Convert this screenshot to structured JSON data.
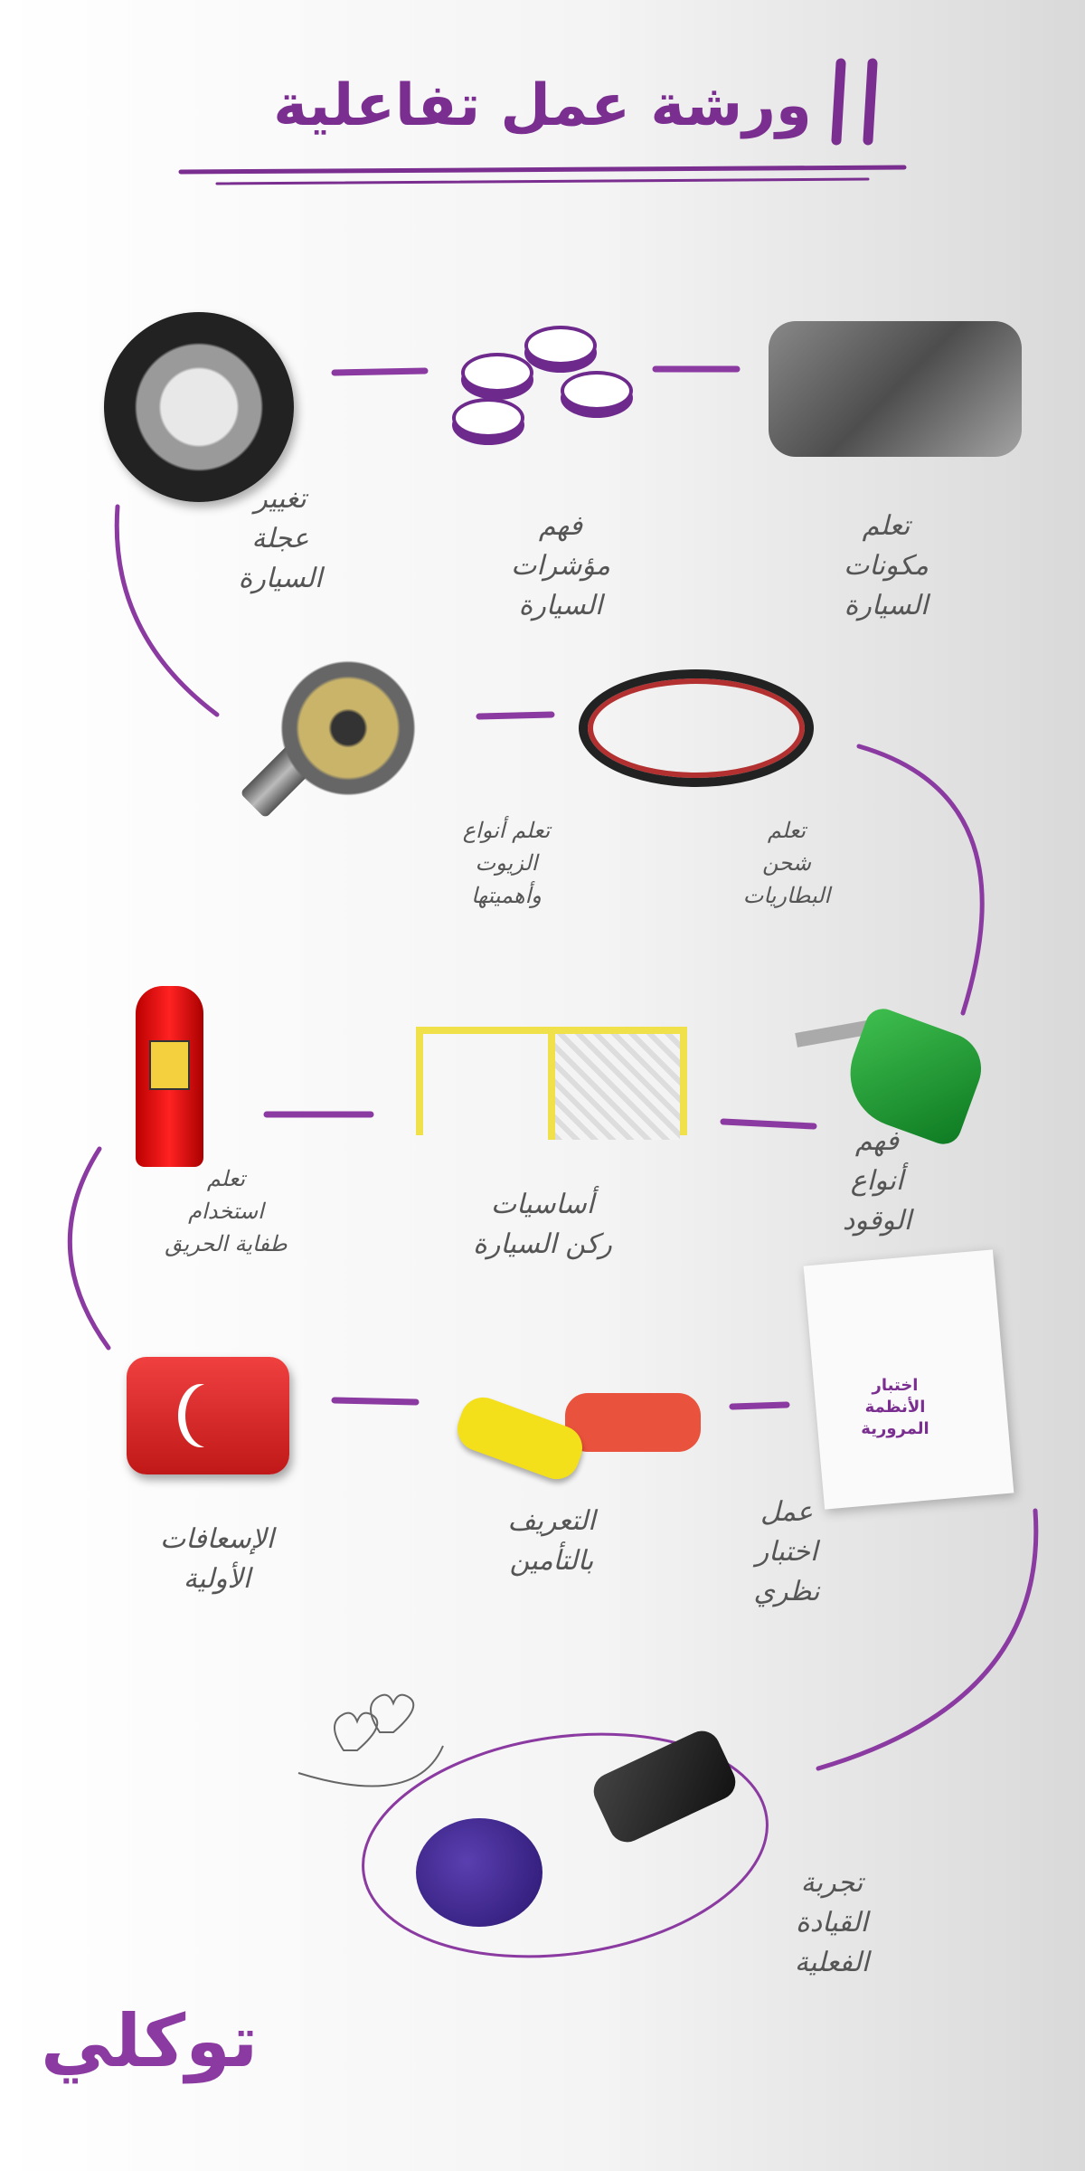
{
  "header": {
    "title": "ورشة عمل تفاعلية"
  },
  "accent_color": "#7a2e8f",
  "steps": [
    {
      "label": "تعلم\nمكونات\nالسيارة",
      "icon": "engine-parts-icon"
    },
    {
      "label": "فهم\nمؤشرات\nالسيارة",
      "icon": "dashboard-indicators-icon"
    },
    {
      "label": "تغيير\nعجلة\nالسيارة",
      "icon": "tire-icon"
    },
    {
      "label": "تعلم أنواع\nالزيوت\nوأهميتها",
      "icon": "oil-gear-icon"
    },
    {
      "label": "تعلم\nشحن\nالبطاريات",
      "icon": "jumper-cables-icon"
    },
    {
      "label": "فهم\nأنواع\nالوقود",
      "icon": "fuel-nozzle-icon"
    },
    {
      "label": "أساسيات\nركن السيارة",
      "icon": "parking-spot-icon"
    },
    {
      "label": "تعلم\nاستخدام\nطفاية الحريق",
      "icon": "fire-extinguisher-icon"
    },
    {
      "label": "عمل\nاختبار\nنظري",
      "icon": "clipboard-icon"
    },
    {
      "label": "التعريف\nبالتأمين",
      "icon": "car-crash-icon"
    },
    {
      "label": "الإسعافات\nالأولية",
      "icon": "first-aid-kit-icon"
    },
    {
      "label": "تجربة\nالقيادة\nالفعلية",
      "icon": "car-key-icon"
    }
  ],
  "clipboard_text": "اختبار\nالأنظمة\nالمرورية",
  "logo": "توكلي"
}
